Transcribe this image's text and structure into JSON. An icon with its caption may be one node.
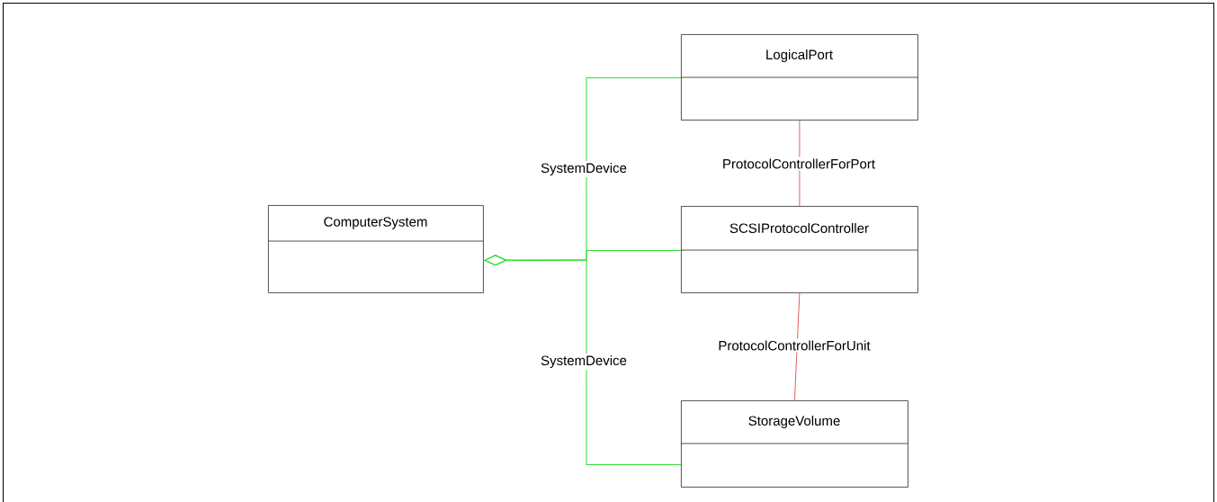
{
  "diagram": {
    "nodes": [
      {
        "text": [
          "ComputerSystem"
        ]
      },
      {
        "text": [
          "LogicalPort"
        ]
      },
      {
        "text": [
          "SCSIProtocolController"
        ]
      },
      {
        "text": [
          "StorageVolume"
        ]
      }
    ],
    "edges": [
      {
        "from": 0,
        "to": 1,
        "arrow": "other",
        "label": "SystemDevice",
        "color": "#33dd33"
      },
      {
        "from": 0,
        "to": 2,
        "arrow": "other",
        "color": "#33dd33"
      },
      {
        "from": 0,
        "to": 3,
        "arrow": "other",
        "label": "SystemDevice",
        "color": "#33dd33"
      },
      {
        "from": 1,
        "to": 2,
        "arrow": "none",
        "label": "ProtocolControllerForPort",
        "color": "#e06060"
      },
      {
        "from": 2,
        "to": 3,
        "arrow": "none",
        "label": "ProtocolControllerForUnit",
        "color": "#e06060"
      }
    ]
  }
}
